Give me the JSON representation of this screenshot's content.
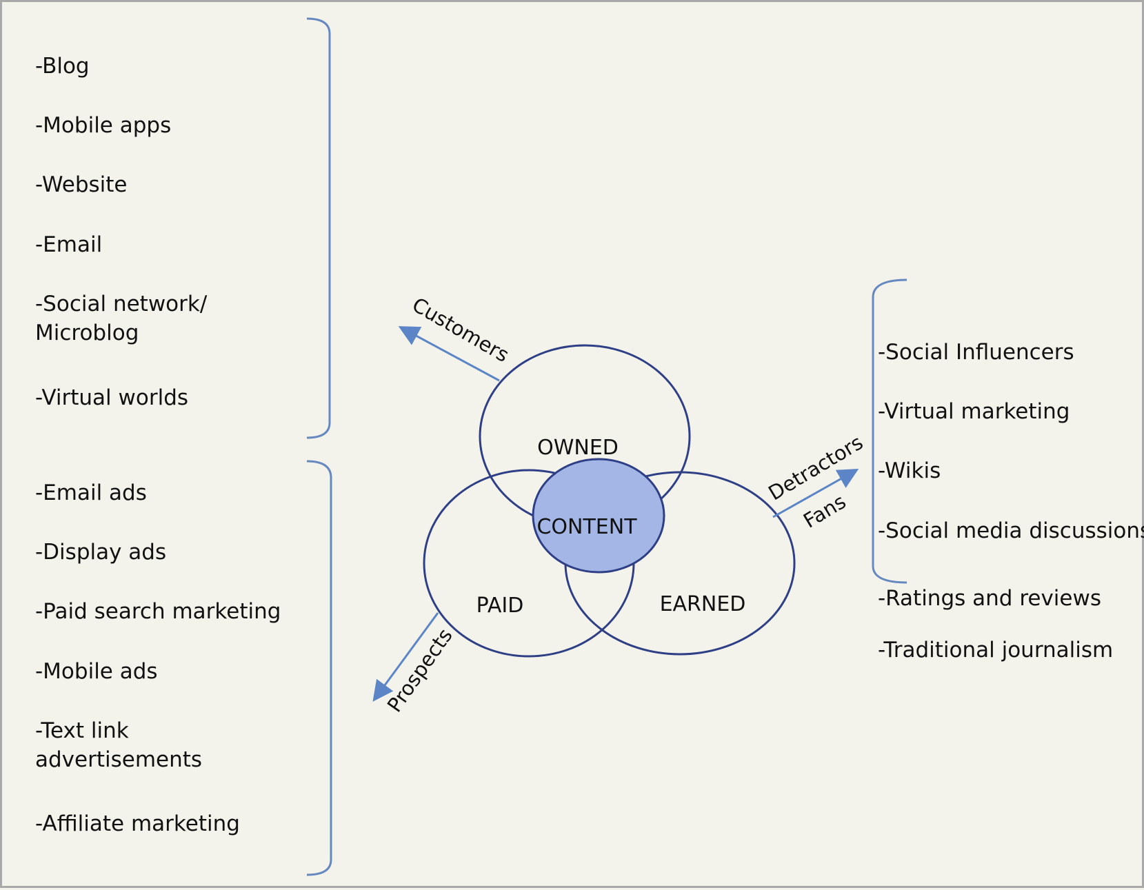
{
  "diagram": {
    "circles": {
      "owned": "OWNED",
      "paid": "PAID",
      "earned": "EARNED",
      "content": "CONTENT"
    },
    "arrows": {
      "customers": "Customers",
      "prospects": "Prospects",
      "detractors": "Detractors",
      "fans": "Fans"
    }
  },
  "owned_list": [
    "-Blog",
    "-Mobile apps",
    "-Website",
    "-Email",
    "-Social network/",
    "Microblog",
    "-Virtual worlds"
  ],
  "paid_list": [
    "-Email ads",
    "-Display ads",
    "-Paid search marketing",
    "-Mobile ads",
    "-Text link",
    "advertisements",
    "-Affiliate marketing"
  ],
  "earned_list": [
    "-Social Influencers",
    "-Virtual marketing",
    "-Wikis",
    "-Social media discussions",
    "-Ratings and reviews",
    "-Traditional journalism"
  ],
  "colors": {
    "circle_stroke": "#2e3f86",
    "content_fill": "#a3b6e6",
    "arrow": "#5b85c6",
    "bracket": "#6688c0"
  }
}
